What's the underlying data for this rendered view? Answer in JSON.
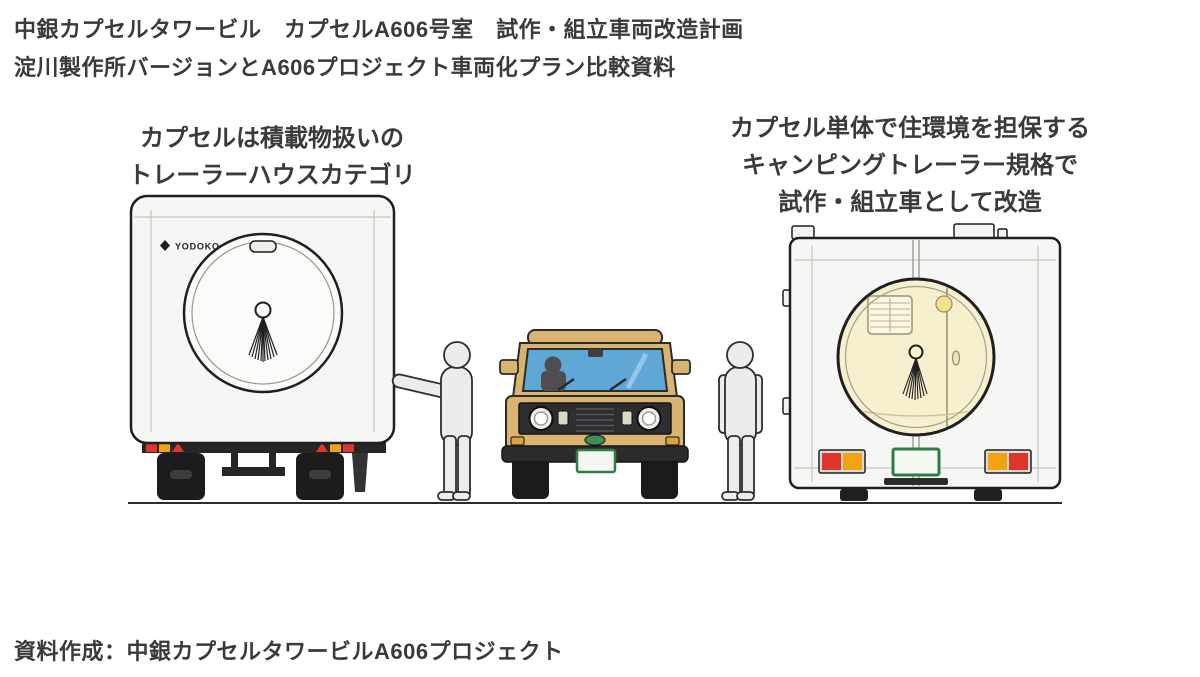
{
  "page": {
    "background": "#ffffff",
    "text_color": "#3a3a3a"
  },
  "header": {
    "title_line1": "中銀カプセルタワービル　カプセルA606号室　試作・組立車両改造計画",
    "title_line2": "淀川製作所バージョンとA606プロジェクト車両化プラン比較資料"
  },
  "annotations": {
    "left": {
      "line1": "カプセルは積載物扱いの",
      "line2": "トレーラーハウスカテゴリ"
    },
    "right": {
      "line1": "カプセル単体で住環境を担保する",
      "line2": "キャンピングトレーラー規格で",
      "line3": "試作・組立車として改造"
    }
  },
  "illustration": {
    "yodoko_logo": "YODOKO",
    "colors": {
      "outline": "#1f1f1f",
      "capsule_body": "#f6f6f4",
      "panel_line": "#c6c6c2",
      "interior_cream": "#f7f0cf",
      "car_body": "#d8b470",
      "windshield_blue": "#5fa8d6",
      "person_fill": "#ececea",
      "lamp_red": "#e0352b",
      "lamp_amber": "#f2a30f",
      "plate_green": "#2f7d44",
      "badge_green": "#3f8f52",
      "chassis_dark": "#262626"
    }
  },
  "footer": {
    "credit": "資料作成：中銀カプセルタワービルA606プロジェクト"
  }
}
